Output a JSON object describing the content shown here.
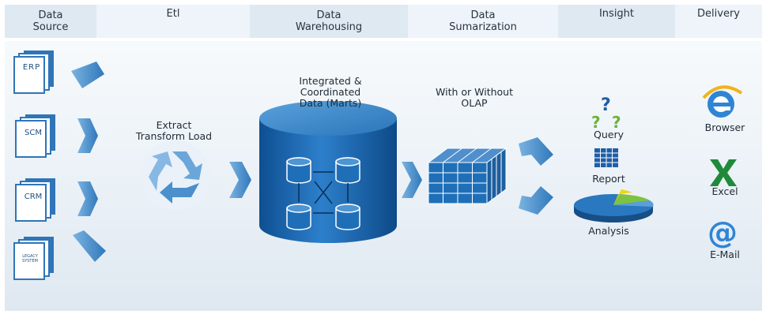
{
  "header": {
    "stages": [
      {
        "line1": "Data",
        "line2": "Source"
      },
      {
        "line1": "Etl",
        "line2": ""
      },
      {
        "line1": "Data",
        "line2": "Warehousing"
      },
      {
        "line1": "Data",
        "line2": "Sumarization"
      },
      {
        "line1": "Insight",
        "line2": ""
      },
      {
        "line1": "Delivery",
        "line2": ""
      }
    ]
  },
  "sources": [
    "ERP",
    "SCM",
    "CRM",
    "LEGACY SYSTEM"
  ],
  "etl": {
    "line1": "Extract",
    "line2": "Transform Load"
  },
  "warehouse": {
    "line1": "Integrated &",
    "line2": "Coordinated",
    "line3": "Data (Marts)"
  },
  "olap": {
    "line1": "With or Without",
    "line2": "OLAP"
  },
  "insight": {
    "query": "Query",
    "report": "Report",
    "analysis": "Analysis"
  },
  "delivery": {
    "browser": "Browser",
    "excel": "Excel",
    "email": "E-Mail"
  },
  "colors": {
    "primary_blue": "#1f6fb8",
    "arrow_blue": "#3d86c6",
    "header_text": "#2a3340"
  }
}
